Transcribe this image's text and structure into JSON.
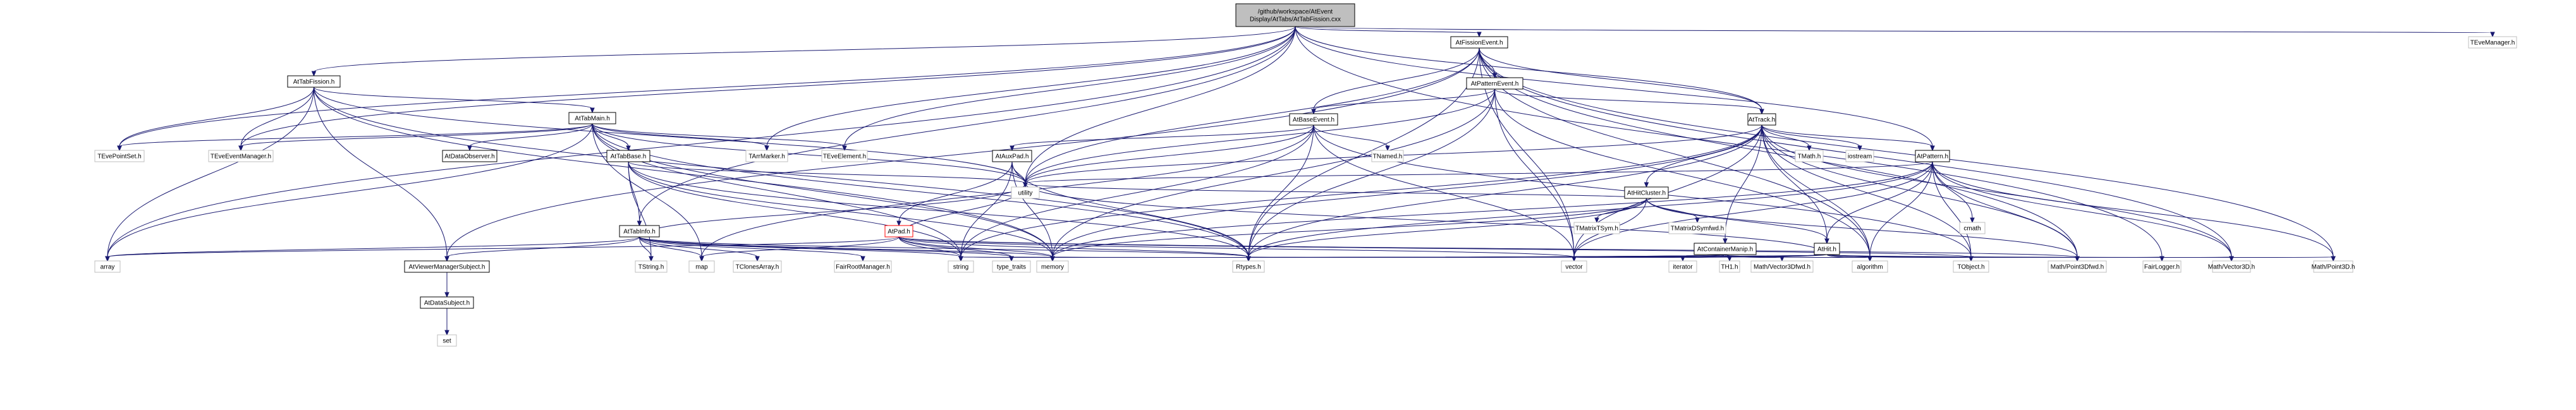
{
  "diagram": {
    "type": "include-dependency-graph",
    "nodes": [
      {
        "id": "root",
        "lines": [
          "/github/workspace/AtEvent",
          "Display/AtTabs/AtTabFission.cxx"
        ],
        "style": "root"
      },
      {
        "id": "AtFissionEvent",
        "lines": [
          "AtFissionEvent.h"
        ],
        "style": "linked"
      },
      {
        "id": "TEveManager",
        "lines": [
          "TEveManager.h"
        ],
        "style": "ext"
      },
      {
        "id": "AtTabFission",
        "lines": [
          "AtTabFission.h"
        ],
        "style": "linked"
      },
      {
        "id": "AtPatternEvent",
        "lines": [
          "AtPatternEvent.h"
        ],
        "style": "linked"
      },
      {
        "id": "AtTabMain",
        "lines": [
          "AtTabMain.h"
        ],
        "style": "linked"
      },
      {
        "id": "AtBaseEvent",
        "lines": [
          "AtBaseEvent.h"
        ],
        "style": "linked"
      },
      {
        "id": "AtTrack",
        "lines": [
          "AtTrack.h"
        ],
        "style": "linked"
      },
      {
        "id": "TEvePointSet",
        "lines": [
          "TEvePointSet.h"
        ],
        "style": "ext"
      },
      {
        "id": "TEveEventManager",
        "lines": [
          "TEveEventManager.h"
        ],
        "style": "ext"
      },
      {
        "id": "AtDataObserver",
        "lines": [
          "AtDataObserver.h"
        ],
        "style": "linked"
      },
      {
        "id": "AtTabBase",
        "lines": [
          "AtTabBase.h"
        ],
        "style": "linked"
      },
      {
        "id": "TArrMarker",
        "lines": [
          "TArrMarker.h"
        ],
        "style": "ext"
      },
      {
        "id": "TEveElement",
        "lines": [
          "TEveElement.h"
        ],
        "style": "ext"
      },
      {
        "id": "AtAuxPad",
        "lines": [
          "AtAuxPad.h"
        ],
        "style": "linked"
      },
      {
        "id": "TNamed",
        "lines": [
          "TNamed.h"
        ],
        "style": "ext"
      },
      {
        "id": "TMath",
        "lines": [
          "TMath.h"
        ],
        "style": "ext"
      },
      {
        "id": "iostream",
        "lines": [
          "iostream"
        ],
        "style": "ext"
      },
      {
        "id": "AtPattern",
        "lines": [
          "AtPattern.h"
        ],
        "style": "linked"
      },
      {
        "id": "AtHitCluster",
        "lines": [
          "AtHitCluster.h"
        ],
        "style": "linked"
      },
      {
        "id": "utility",
        "lines": [
          "utility"
        ],
        "style": "ext"
      },
      {
        "id": "TMatrixTSym",
        "lines": [
          "TMatrixTSym.h"
        ],
        "style": "ext"
      },
      {
        "id": "TMatrixDSymfwd",
        "lines": [
          "TMatrixDSymfwd.h"
        ],
        "style": "ext"
      },
      {
        "id": "cmath",
        "lines": [
          "cmath"
        ],
        "style": "ext"
      },
      {
        "id": "AtTabInfo",
        "lines": [
          "AtTabInfo.h"
        ],
        "style": "linked"
      },
      {
        "id": "AtPad",
        "lines": [
          "AtPad.h"
        ],
        "style": "red"
      },
      {
        "id": "AtContainerManip",
        "lines": [
          "AtContainerManip.h"
        ],
        "style": "linked"
      },
      {
        "id": "AtHit",
        "lines": [
          "AtHit.h"
        ],
        "style": "linked"
      },
      {
        "id": "array",
        "lines": [
          "array"
        ],
        "style": "ext"
      },
      {
        "id": "AtViewerManagerSubject",
        "lines": [
          "AtViewerManagerSubject.h"
        ],
        "style": "linked"
      },
      {
        "id": "TString",
        "lines": [
          "TString.h"
        ],
        "style": "ext"
      },
      {
        "id": "map",
        "lines": [
          "map"
        ],
        "style": "ext"
      },
      {
        "id": "TClonesArray",
        "lines": [
          "TClonesArray.h"
        ],
        "style": "ext"
      },
      {
        "id": "FairRootManager",
        "lines": [
          "FairRootManager.h"
        ],
        "style": "ext"
      },
      {
        "id": "string",
        "lines": [
          "string"
        ],
        "style": "ext"
      },
      {
        "id": "type_traits",
        "lines": [
          "type_traits"
        ],
        "style": "ext"
      },
      {
        "id": "memory",
        "lines": [
          "memory"
        ],
        "style": "ext"
      },
      {
        "id": "Rtypes",
        "lines": [
          "Rtypes.h"
        ],
        "style": "ext"
      },
      {
        "id": "vector",
        "lines": [
          "vector"
        ],
        "style": "ext"
      },
      {
        "id": "iterator",
        "lines": [
          "iterator"
        ],
        "style": "ext"
      },
      {
        "id": "TH1",
        "lines": [
          "TH1.h"
        ],
        "style": "ext"
      },
      {
        "id": "MathVector3Dfwd",
        "lines": [
          "Math/Vector3Dfwd.h"
        ],
        "style": "ext"
      },
      {
        "id": "algorithm",
        "lines": [
          "algorithm"
        ],
        "style": "ext"
      },
      {
        "id": "TObject",
        "lines": [
          "TObject.h"
        ],
        "style": "ext"
      },
      {
        "id": "MathPoint3Dfwd",
        "lines": [
          "Math/Point3Dfwd.h"
        ],
        "style": "ext"
      },
      {
        "id": "FairLogger",
        "lines": [
          "FairLogger.h"
        ],
        "style": "ext"
      },
      {
        "id": "MathVector3D",
        "lines": [
          "Math/Vector3D.h"
        ],
        "style": "ext"
      },
      {
        "id": "MathPoint3D",
        "lines": [
          "Math/Point3D.h"
        ],
        "style": "ext"
      },
      {
        "id": "AtDataSubject",
        "lines": [
          "AtDataSubject.h"
        ],
        "style": "linked"
      },
      {
        "id": "set",
        "lines": [
          "set"
        ],
        "style": "ext"
      }
    ],
    "edges": [
      [
        "root",
        "AtFissionEvent"
      ],
      [
        "root",
        "TEveManager"
      ],
      [
        "root",
        "AtTabFission"
      ],
      [
        "root",
        "AtTrack"
      ],
      [
        "root",
        "AtPattern"
      ],
      [
        "root",
        "TEvePointSet"
      ],
      [
        "root",
        "TEveEventManager"
      ],
      [
        "root",
        "TArrMarker"
      ],
      [
        "root",
        "TEveElement"
      ],
      [
        "root",
        "utility"
      ],
      [
        "root",
        "AtTabInfo"
      ],
      [
        "root",
        "array"
      ],
      [
        "root",
        "FairLogger"
      ],
      [
        "AtFissionEvent",
        "AtPatternEvent"
      ],
      [
        "AtFissionEvent",
        "AtBaseEvent"
      ],
      [
        "AtFissionEvent",
        "AtTrack"
      ],
      [
        "AtFissionEvent",
        "AtViewerManagerSubject"
      ],
      [
        "AtFissionEvent",
        "utility"
      ],
      [
        "AtFissionEvent",
        "Rtypes"
      ],
      [
        "AtFissionEvent",
        "vector"
      ],
      [
        "AtFissionEvent",
        "MathVector3D"
      ],
      [
        "AtFissionEvent",
        "MathPoint3D"
      ],
      [
        "AtFissionEvent",
        "MathPoint3Dfwd"
      ],
      [
        "AtFissionEvent",
        "algorithm"
      ],
      [
        "AtTabFission",
        "AtTabMain"
      ],
      [
        "AtTabFission",
        "TEvePointSet"
      ],
      [
        "AtTabFission",
        "TEveEventManager"
      ],
      [
        "AtTabFission",
        "array"
      ],
      [
        "AtTabFission",
        "memory"
      ],
      [
        "AtTabFission",
        "Rtypes"
      ],
      [
        "AtTabFission",
        "AtViewerManagerSubject"
      ],
      [
        "AtTabFission",
        "utility"
      ],
      [
        "AtPatternEvent",
        "AtBaseEvent"
      ],
      [
        "AtPatternEvent",
        "AtTrack"
      ],
      [
        "AtPatternEvent",
        "utility"
      ],
      [
        "AtPatternEvent",
        "Rtypes"
      ],
      [
        "AtPatternEvent",
        "vector"
      ],
      [
        "AtPatternEvent",
        "memory"
      ],
      [
        "AtPatternEvent",
        "algorithm"
      ],
      [
        "AtTabMain",
        "TEvePointSet"
      ],
      [
        "AtTabMain",
        "TEveEventManager"
      ],
      [
        "AtTabMain",
        "AtDataObserver"
      ],
      [
        "AtTabMain",
        "AtTabBase"
      ],
      [
        "AtTabMain",
        "TArrMarker"
      ],
      [
        "AtTabMain",
        "TEveElement"
      ],
      [
        "AtTabMain",
        "utility"
      ],
      [
        "AtTabMain",
        "memory"
      ],
      [
        "AtTabMain",
        "Rtypes"
      ],
      [
        "AtTabMain",
        "array"
      ],
      [
        "AtTabMain",
        "map"
      ],
      [
        "AtTabMain",
        "string"
      ],
      [
        "AtBaseEvent",
        "AtAuxPad"
      ],
      [
        "AtBaseEvent",
        "TNamed"
      ],
      [
        "AtBaseEvent",
        "utility"
      ],
      [
        "AtBaseEvent",
        "Rtypes"
      ],
      [
        "AtBaseEvent",
        "vector"
      ],
      [
        "AtBaseEvent",
        "string"
      ],
      [
        "AtBaseEvent",
        "map"
      ],
      [
        "AtBaseEvent",
        "TObject"
      ],
      [
        "AtTrack",
        "TMath"
      ],
      [
        "AtTrack",
        "iostream"
      ],
      [
        "AtTrack",
        "AtPattern"
      ],
      [
        "AtTrack",
        "AtHitCluster"
      ],
      [
        "AtTrack",
        "AtContainerManip"
      ],
      [
        "AtTrack",
        "AtHit"
      ],
      [
        "AtTrack",
        "utility"
      ],
      [
        "AtTrack",
        "Rtypes"
      ],
      [
        "AtTrack",
        "vector"
      ],
      [
        "AtTrack",
        "memory"
      ],
      [
        "AtTrack",
        "algorithm"
      ],
      [
        "AtTrack",
        "MathPoint3Dfwd"
      ],
      [
        "AtTrack",
        "MathVector3D"
      ],
      [
        "AtTrack",
        "TObject"
      ],
      [
        "AtTrack",
        "string"
      ],
      [
        "AtTabBase",
        "AtTabInfo"
      ],
      [
        "AtTabBase",
        "memory"
      ],
      [
        "AtTabBase",
        "Rtypes"
      ],
      [
        "AtTabBase",
        "utility"
      ],
      [
        "AtTabBase",
        "string"
      ],
      [
        "AtTabBase",
        "TString"
      ],
      [
        "AtAuxPad",
        "AtPad"
      ],
      [
        "AtAuxPad",
        "memory"
      ],
      [
        "AtAuxPad",
        "Rtypes"
      ],
      [
        "AtAuxPad",
        "string"
      ],
      [
        "AtAuxPad",
        "utility"
      ],
      [
        "AtPattern",
        "AtHit"
      ],
      [
        "AtPattern",
        "cmath"
      ],
      [
        "AtPattern",
        "utility"
      ],
      [
        "AtPattern",
        "Rtypes"
      ],
      [
        "AtPattern",
        "vector"
      ],
      [
        "AtPattern",
        "algorithm"
      ],
      [
        "AtPattern",
        "TObject"
      ],
      [
        "AtPattern",
        "MathPoint3D"
      ],
      [
        "AtPattern",
        "MathPoint3Dfwd"
      ],
      [
        "AtPattern",
        "MathVector3D"
      ],
      [
        "AtPattern",
        "memory"
      ],
      [
        "AtHitCluster",
        "TMatrixTSym"
      ],
      [
        "AtHitCluster",
        "TMatrixDSymfwd"
      ],
      [
        "AtHitCluster",
        "AtHit"
      ],
      [
        "AtHitCluster",
        "utility"
      ],
      [
        "AtHitCluster",
        "Rtypes"
      ],
      [
        "AtHitCluster",
        "vector"
      ],
      [
        "AtHitCluster",
        "memory"
      ],
      [
        "AtHitCluster",
        "MathPoint3Dfwd"
      ],
      [
        "AtTabInfo",
        "AtViewerManagerSubject"
      ],
      [
        "AtTabInfo",
        "TString"
      ],
      [
        "AtTabInfo",
        "map"
      ],
      [
        "AtTabInfo",
        "TClonesArray"
      ],
      [
        "AtTabInfo",
        "FairRootManager"
      ],
      [
        "AtTabInfo",
        "string"
      ],
      [
        "AtTabInfo",
        "type_traits"
      ],
      [
        "AtTabInfo",
        "memory"
      ],
      [
        "AtTabInfo",
        "Rtypes"
      ],
      [
        "AtTabInfo",
        "array"
      ],
      [
        "AtTabInfo",
        "utility"
      ],
      [
        "AtPad",
        "array"
      ],
      [
        "AtPad",
        "map"
      ],
      [
        "AtPad",
        "string"
      ],
      [
        "AtPad",
        "memory"
      ],
      [
        "AtPad",
        "Rtypes"
      ],
      [
        "AtPad",
        "type_traits"
      ],
      [
        "AtPad",
        "vector"
      ],
      [
        "AtPad",
        "TObject"
      ],
      [
        "AtPad",
        "MathPoint3Dfwd"
      ],
      [
        "AtPad",
        "utility"
      ],
      [
        "AtContainerManip",
        "iterator"
      ],
      [
        "AtContainerManip",
        "TH1"
      ],
      [
        "AtContainerManip",
        "MathVector3Dfwd"
      ],
      [
        "AtContainerManip",
        "algorithm"
      ],
      [
        "AtContainerManip",
        "vector"
      ],
      [
        "AtContainerManip",
        "memory"
      ],
      [
        "AtContainerManip",
        "type_traits"
      ],
      [
        "AtContainerManip",
        "Rtypes"
      ],
      [
        "AtContainerManip",
        "string"
      ],
      [
        "AtHit",
        "memory"
      ],
      [
        "AtHit",
        "Rtypes"
      ],
      [
        "AtHit",
        "string"
      ],
      [
        "AtHit",
        "TObject"
      ],
      [
        "AtHit",
        "MathPoint3Dfwd"
      ],
      [
        "AtHit",
        "MathVector3D"
      ],
      [
        "AtHit",
        "MathPoint3D"
      ],
      [
        "AtHit",
        "FairLogger"
      ],
      [
        "AtHit",
        "algorithm"
      ],
      [
        "AtHit",
        "vector"
      ],
      [
        "AtHit",
        "utility"
      ],
      [
        "AtHit",
        "type_traits"
      ],
      [
        "AtViewerManagerSubject",
        "AtDataSubject"
      ],
      [
        "AtDataSubject",
        "set"
      ]
    ]
  }
}
